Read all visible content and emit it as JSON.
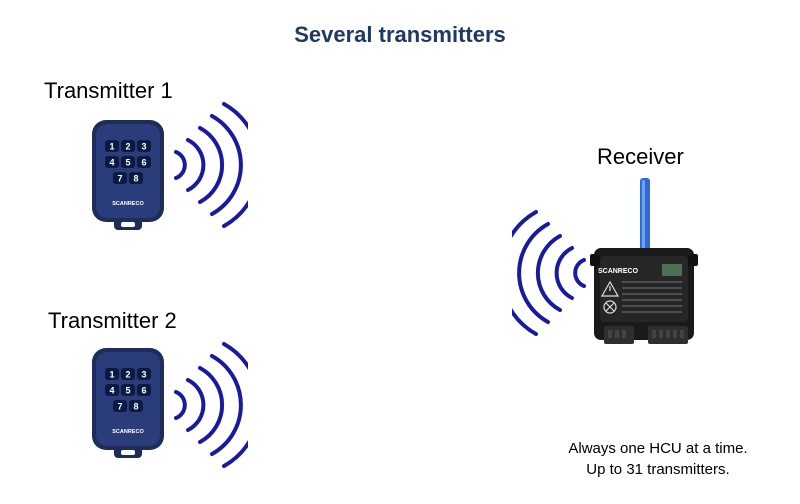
{
  "title": "Several transmitters",
  "transmitters": [
    {
      "label": "Transmitter 1",
      "brand": "SCANRECO",
      "buttons": [
        "1",
        "2",
        "3",
        "4",
        "5",
        "6",
        "7",
        "8"
      ]
    },
    {
      "label": "Transmitter 2",
      "brand": "SCANRECO",
      "buttons": [
        "1",
        "2",
        "3",
        "4",
        "5",
        "6",
        "7",
        "8"
      ]
    }
  ],
  "receiver": {
    "label": "Receiver",
    "brand": "SCANRECO"
  },
  "note": {
    "line1": "Always one HCU at a time.",
    "line2": "Up to 31 transmitters."
  },
  "colors": {
    "title": "#1f3864",
    "wave": "#1a1aa0",
    "remote_body": "#2a3d7a",
    "remote_button": "#0b1a44",
    "receiver_body": "#202020",
    "antenna": "#2f6bd6"
  }
}
